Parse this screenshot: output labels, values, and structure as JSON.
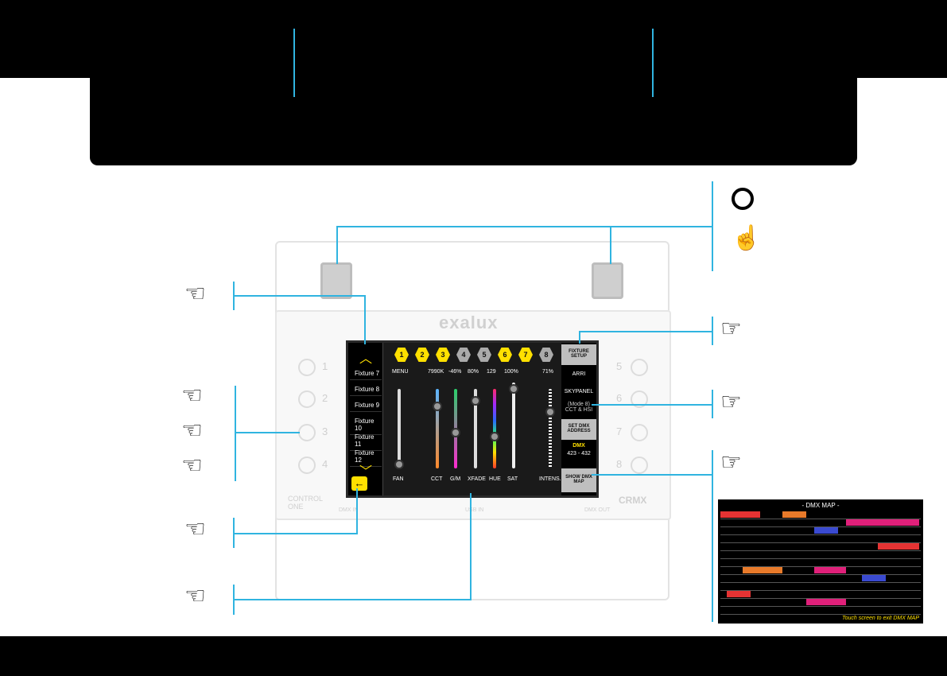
{
  "device": {
    "logo": "exalux",
    "brand_left": "CONTROL ONE",
    "brand_right": "CRMX",
    "port_left": "DMX IN",
    "port_mid": "USB IN",
    "port_right": "DMX OUT",
    "left_buttons": [
      "1",
      "2",
      "3",
      "4"
    ],
    "right_buttons": [
      "5",
      "6",
      "7",
      "8"
    ]
  },
  "screen": {
    "fixtures_nav": [
      "Fixture 7",
      "Fixture 8",
      "Fixture 9",
      "Fixture 10",
      "Fixture 11",
      "Fixture 12"
    ],
    "fixture_tabs": [
      "1",
      "2",
      "3",
      "4",
      "5",
      "6",
      "7",
      "8"
    ],
    "values": {
      "menu": "MENU",
      "cct": "7990K",
      "gm": "-46%",
      "xfade": "80%",
      "hue": "129",
      "sat": "100%",
      "intens": "71%"
    },
    "slider_labels": {
      "fan": "FAN",
      "cct": "CCT",
      "gm": "G/M",
      "xfade": "XFADE",
      "hue": "HUE",
      "sat": "SAT",
      "intens": "INTENS."
    },
    "slider_levels": {
      "fan": 0.05,
      "cct": 0.78,
      "gm": 0.45,
      "xfade": 0.85,
      "hue": 0.4,
      "sat": 1.0,
      "intens": 0.71
    },
    "menu": {
      "fixture_setup": "FIXTURE SETUP",
      "type1": "ARRI",
      "type2": "SKYPANEL",
      "mode": "(Mode 8) CCT & HSI",
      "set_dmx": "SET DMX ADDRESS",
      "dmx_label": "DMX",
      "dmx_range": "423 - 432",
      "show_map": "SHOW DMX MAP"
    }
  },
  "dmx_map": {
    "title": "- DMX MAP -",
    "footer": "Touch screen to exit DMX MAP"
  },
  "colors": {
    "accent": "#30b4e0",
    "highlight": "#ffe000"
  }
}
